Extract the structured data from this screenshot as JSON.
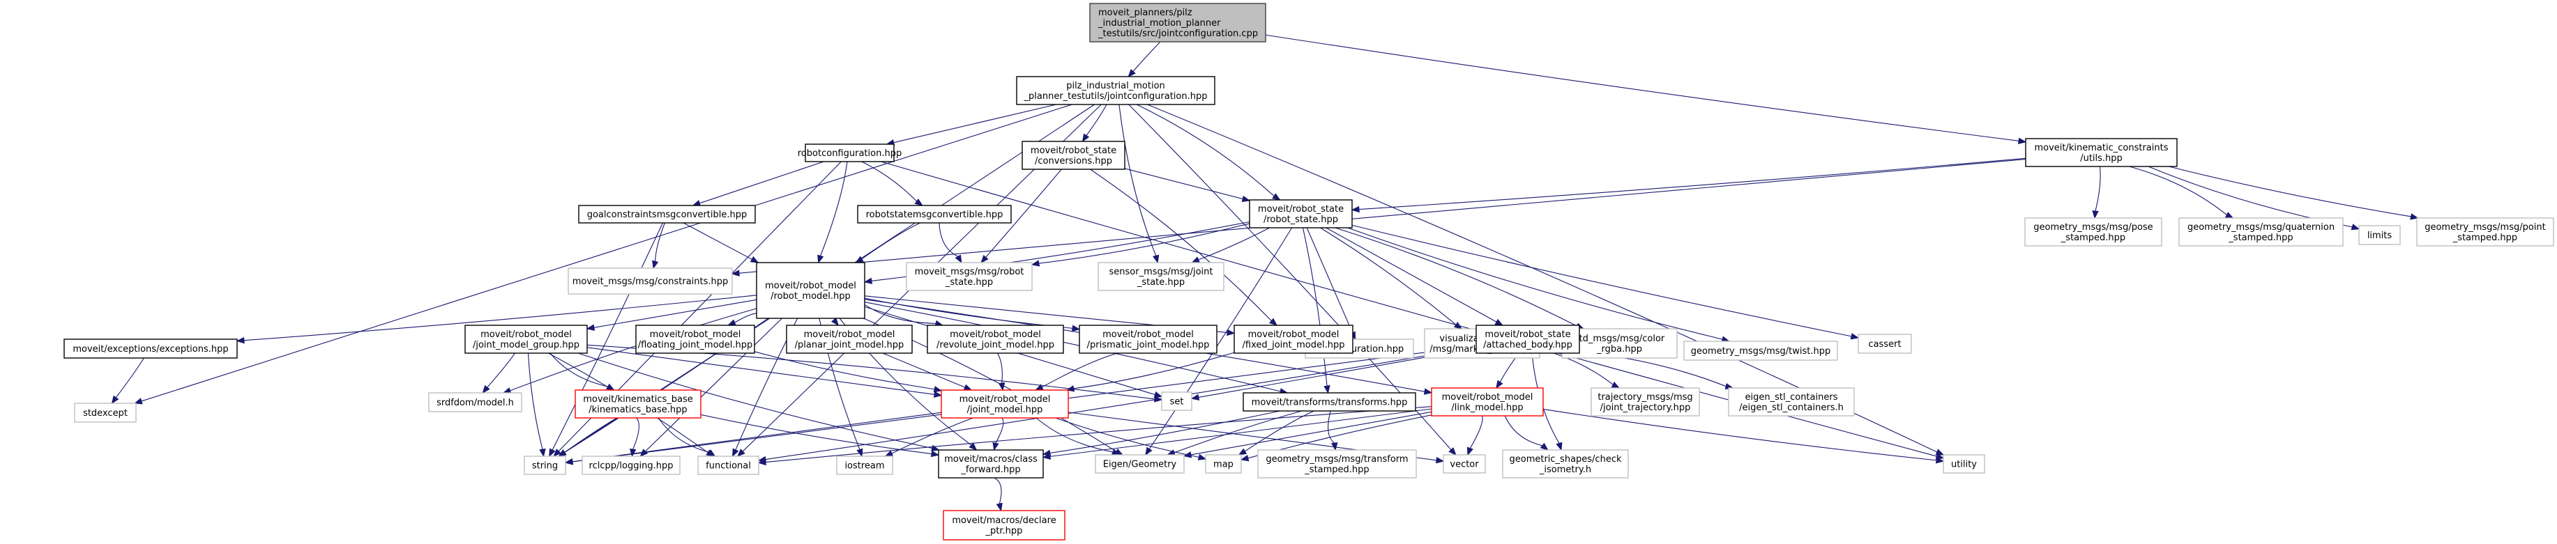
{
  "title": "Include dependency graph for jointconfiguration.cpp",
  "colors": {
    "edge": "#191970",
    "root_fill": "#bfbfbf",
    "root_border": "#404040",
    "documented_border": "#000000",
    "undocumented_border": "#ff0000",
    "external_border": "#bfbfbf",
    "external_text": "#000000"
  },
  "nodes": [
    {
      "id": "root",
      "kind": "root",
      "lines": [
        "moveit_planners/pilz",
        "_industrial_motion_planner",
        "_testutils/src/jointconfiguration.cpp"
      ]
    },
    {
      "id": "jointconfiguration_hpp",
      "kind": "doc",
      "lines": [
        "pilz_industrial_motion",
        "_planner_testutils/jointconfiguration.hpp"
      ]
    },
    {
      "id": "kinematic_constraints_utils",
      "kind": "doc",
      "lines": [
        "moveit/kinematic_constraints",
        "/utils.hpp"
      ]
    },
    {
      "id": "robotconfiguration",
      "kind": "doc",
      "lines": [
        "robotconfiguration.hpp"
      ]
    },
    {
      "id": "conversions",
      "kind": "doc",
      "lines": [
        "moveit/robot_state",
        "/conversions.hpp"
      ]
    },
    {
      "id": "robot_state",
      "kind": "doc",
      "lines": [
        "moveit/robot_state",
        "/robot_state.hpp"
      ]
    },
    {
      "id": "goalconstraints",
      "kind": "doc",
      "lines": [
        "goalconstraintsmsgconvertible.hpp"
      ]
    },
    {
      "id": "robotstatemsg",
      "kind": "doc",
      "lines": [
        "robotstatemsgconvertible.hpp"
      ]
    },
    {
      "id": "robot_model",
      "kind": "doc",
      "lines": [
        "moveit/robot_model",
        "/robot_model.hpp"
      ]
    },
    {
      "id": "constraints_msg",
      "kind": "ext",
      "lines": [
        "moveit_msgs/msg/constraints.hpp"
      ]
    },
    {
      "id": "robot_state_msg",
      "kind": "ext",
      "lines": [
        "moveit_msgs/msg/robot",
        "_state.hpp"
      ]
    },
    {
      "id": "joint_state_msg",
      "kind": "ext",
      "lines": [
        "sensor_msgs/msg/joint",
        "_state.hpp"
      ]
    },
    {
      "id": "duration",
      "kind": "ext",
      "lines": [
        "rclcpp/duration.hpp"
      ]
    },
    {
      "id": "marker_array",
      "kind": "ext",
      "lines": [
        "visualization_msgs",
        "/msg/marker_array.hpp"
      ]
    },
    {
      "id": "color_rgba",
      "kind": "ext",
      "lines": [
        "std_msgs/msg/color",
        "_rgba.hpp"
      ]
    },
    {
      "id": "twist",
      "kind": "ext",
      "lines": [
        "geometry_msgs/msg/twist.hpp"
      ]
    },
    {
      "id": "cassert",
      "kind": "ext",
      "lines": [
        "cassert"
      ]
    },
    {
      "id": "pose_stamped",
      "kind": "ext",
      "lines": [
        "geometry_msgs/msg/pose",
        "_stamped.hpp"
      ]
    },
    {
      "id": "quaternion_stamped",
      "kind": "ext",
      "lines": [
        "geometry_msgs/msg/quaternion",
        "_stamped.hpp"
      ]
    },
    {
      "id": "limits",
      "kind": "ext",
      "lines": [
        "limits"
      ]
    },
    {
      "id": "point_stamped",
      "kind": "ext",
      "lines": [
        "geometry_msgs/msg/point",
        "_stamped.hpp"
      ]
    },
    {
      "id": "exceptions",
      "kind": "doc",
      "lines": [
        "moveit/exceptions/exceptions.hpp"
      ]
    },
    {
      "id": "joint_model_group",
      "kind": "doc",
      "lines": [
        "moveit/robot_model",
        "/joint_model_group.hpp"
      ]
    },
    {
      "id": "floating_joint",
      "kind": "doc",
      "lines": [
        "moveit/robot_model",
        "/floating_joint_model.hpp"
      ]
    },
    {
      "id": "planar_joint",
      "kind": "doc",
      "lines": [
        "moveit/robot_model",
        "/planar_joint_model.hpp"
      ]
    },
    {
      "id": "revolute_joint",
      "kind": "doc",
      "lines": [
        "moveit/robot_model",
        "/revolute_joint_model.hpp"
      ]
    },
    {
      "id": "prismatic_joint",
      "kind": "doc",
      "lines": [
        "moveit/robot_model",
        "/prismatic_joint_model.hpp"
      ]
    },
    {
      "id": "fixed_joint",
      "kind": "doc",
      "lines": [
        "moveit/robot_model",
        "/fixed_joint_model.hpp"
      ]
    },
    {
      "id": "attached_body",
      "kind": "doc",
      "lines": [
        "moveit/robot_state",
        "/attached_body.hpp"
      ]
    },
    {
      "id": "stdexcept",
      "kind": "ext",
      "lines": [
        "stdexcept"
      ]
    },
    {
      "id": "srdfdom",
      "kind": "ext",
      "lines": [
        "srdfdom/model.h"
      ]
    },
    {
      "id": "kinematics_base",
      "kind": "undoc",
      "lines": [
        "moveit/kinematics_base",
        "/kinematics_base.hpp"
      ]
    },
    {
      "id": "joint_model",
      "kind": "undoc",
      "lines": [
        "moveit/robot_model",
        "/joint_model.hpp"
      ]
    },
    {
      "id": "set",
      "kind": "ext",
      "lines": [
        "set"
      ]
    },
    {
      "id": "transforms",
      "kind": "doc",
      "lines": [
        "moveit/transforms/transforms.hpp"
      ]
    },
    {
      "id": "link_model",
      "kind": "undoc",
      "lines": [
        "moveit/robot_model",
        "/link_model.hpp"
      ]
    },
    {
      "id": "joint_trajectory",
      "kind": "ext",
      "lines": [
        "trajectory_msgs/msg",
        "/joint_trajectory.hpp"
      ]
    },
    {
      "id": "eigen_stl",
      "kind": "ext",
      "lines": [
        "eigen_stl_containers",
        "/eigen_stl_containers.h"
      ]
    },
    {
      "id": "string",
      "kind": "ext",
      "lines": [
        "string"
      ]
    },
    {
      "id": "logging",
      "kind": "ext",
      "lines": [
        "rclcpp/logging.hpp"
      ]
    },
    {
      "id": "functional",
      "kind": "ext",
      "lines": [
        "functional"
      ]
    },
    {
      "id": "iostream",
      "kind": "ext",
      "lines": [
        "iostream"
      ]
    },
    {
      "id": "class_forward",
      "kind": "doc",
      "lines": [
        "moveit/macros/class",
        "_forward.hpp"
      ]
    },
    {
      "id": "eigen_geometry",
      "kind": "ext",
      "lines": [
        "Eigen/Geometry"
      ]
    },
    {
      "id": "map",
      "kind": "ext",
      "lines": [
        "map"
      ]
    },
    {
      "id": "transform_stamped",
      "kind": "ext",
      "lines": [
        "geometry_msgs/msg/transform",
        "_stamped.hpp"
      ]
    },
    {
      "id": "vector",
      "kind": "ext",
      "lines": [
        "vector"
      ]
    },
    {
      "id": "check_isometry",
      "kind": "ext",
      "lines": [
        "geometric_shapes/check",
        "_isometry.h"
      ]
    },
    {
      "id": "utility",
      "kind": "ext",
      "lines": [
        "utility"
      ]
    },
    {
      "id": "declare_ptr",
      "kind": "undoc",
      "lines": [
        "moveit/macros/declare",
        "_ptr.hpp"
      ]
    }
  ],
  "edges": [
    [
      "root",
      "jointconfiguration_hpp"
    ],
    [
      "root",
      "kinematic_constraints_utils"
    ],
    [
      "jointconfiguration_hpp",
      "robotconfiguration"
    ],
    [
      "jointconfiguration_hpp",
      "conversions"
    ],
    [
      "jointconfiguration_hpp",
      "robot_state"
    ],
    [
      "jointconfiguration_hpp",
      "joint_state_msg"
    ],
    [
      "jointconfiguration_hpp",
      "string"
    ],
    [
      "jointconfiguration_hpp",
      "stdexcept"
    ],
    [
      "jointconfiguration_hpp",
      "vector"
    ],
    [
      "jointconfiguration_hpp",
      "utility"
    ],
    [
      "jointconfiguration_hpp",
      "functional"
    ],
    [
      "kinematic_constraints_utils",
      "robot_state"
    ],
    [
      "kinematic_constraints_utils",
      "constraints_msg"
    ],
    [
      "kinematic_constraints_utils",
      "pose_stamped"
    ],
    [
      "kinematic_constraints_utils",
      "quaternion_stamped"
    ],
    [
      "kinematic_constraints_utils",
      "limits"
    ],
    [
      "kinematic_constraints_utils",
      "point_stamped"
    ],
    [
      "robotconfiguration",
      "goalconstraints"
    ],
    [
      "robotconfiguration",
      "robotstatemsg"
    ],
    [
      "robotconfiguration",
      "robot_model"
    ],
    [
      "robotconfiguration",
      "string"
    ],
    [
      "robotconfiguration",
      "utility"
    ],
    [
      "conversions",
      "robot_state"
    ],
    [
      "conversions",
      "robot_state_msg"
    ],
    [
      "conversions",
      "fixed_joint"
    ],
    [
      "robot_state",
      "robot_model"
    ],
    [
      "robot_state",
      "joint_state_msg"
    ],
    [
      "robot_state",
      "duration"
    ],
    [
      "robot_state",
      "marker_array"
    ],
    [
      "robot_state",
      "color_rgba"
    ],
    [
      "robot_state",
      "twist"
    ],
    [
      "robot_state",
      "cassert"
    ],
    [
      "robot_state",
      "attached_body"
    ],
    [
      "robot_state",
      "transforms"
    ],
    [
      "robot_state",
      "eigen_geometry"
    ],
    [
      "robot_state",
      "robot_state_msg"
    ],
    [
      "goalconstraints",
      "constraints_msg"
    ],
    [
      "goalconstraints",
      "robot_model"
    ],
    [
      "goalconstraints",
      "string"
    ],
    [
      "robotstatemsg",
      "robot_model"
    ],
    [
      "robotstatemsg",
      "robot_state_msg"
    ],
    [
      "robot_model",
      "exceptions"
    ],
    [
      "robot_model",
      "joint_model_group"
    ],
    [
      "robot_model",
      "floating_joint"
    ],
    [
      "robot_model",
      "planar_joint"
    ],
    [
      "robot_model",
      "revolute_joint"
    ],
    [
      "robot_model",
      "prismatic_joint"
    ],
    [
      "robot_model",
      "fixed_joint"
    ],
    [
      "robot_model",
      "link_model"
    ],
    [
      "robot_model",
      "srdfdom"
    ],
    [
      "robot_model",
      "string"
    ],
    [
      "robot_model",
      "iostream"
    ],
    [
      "robot_model",
      "set"
    ],
    [
      "robot_model",
      "transforms"
    ],
    [
      "robot_model",
      "eigen_geometry"
    ],
    [
      "robot_model",
      "class_forward"
    ],
    [
      "robot_model",
      "functional"
    ],
    [
      "robot_model",
      "logging"
    ],
    [
      "exceptions",
      "stdexcept"
    ],
    [
      "joint_model_group",
      "srdfdom"
    ],
    [
      "joint_model_group",
      "kinematics_base"
    ],
    [
      "joint_model_group",
      "string"
    ],
    [
      "joint_model_group",
      "joint_model"
    ],
    [
      "joint_model_group",
      "functional"
    ],
    [
      "joint_model_group",
      "set"
    ],
    [
      "joint_model_group",
      "class_forward"
    ],
    [
      "floating_joint",
      "joint_model"
    ],
    [
      "planar_joint",
      "joint_model"
    ],
    [
      "revolute_joint",
      "joint_model"
    ],
    [
      "prismatic_joint",
      "joint_model"
    ],
    [
      "fixed_joint",
      "joint_model"
    ],
    [
      "attached_body",
      "link_model"
    ],
    [
      "attached_body",
      "set"
    ],
    [
      "attached_body",
      "joint_trajectory"
    ],
    [
      "attached_body",
      "eigen_stl"
    ],
    [
      "attached_body",
      "check_isometry"
    ],
    [
      "attached_body",
      "functional"
    ],
    [
      "attached_body",
      "string"
    ],
    [
      "kinematics_base",
      "string"
    ],
    [
      "kinematics_base",
      "logging"
    ],
    [
      "kinematics_base",
      "functional"
    ],
    [
      "kinematics_base",
      "class_forward"
    ],
    [
      "joint_model",
      "string"
    ],
    [
      "joint_model",
      "iostream"
    ],
    [
      "joint_model",
      "class_forward"
    ],
    [
      "joint_model",
      "eigen_geometry"
    ],
    [
      "joint_model",
      "map"
    ],
    [
      "joint_model",
      "vector"
    ],
    [
      "transforms",
      "eigen_geometry"
    ],
    [
      "transforms",
      "map"
    ],
    [
      "transforms",
      "transform_stamped"
    ],
    [
      "transforms",
      "class_forward"
    ],
    [
      "link_model",
      "eigen_geometry"
    ],
    [
      "link_model",
      "map"
    ],
    [
      "link_model",
      "vector"
    ],
    [
      "link_model",
      "check_isometry"
    ],
    [
      "link_model",
      "utility"
    ],
    [
      "link_model",
      "class_forward"
    ],
    [
      "link_model",
      "functional"
    ],
    [
      "class_forward",
      "declare_ptr"
    ]
  ]
}
